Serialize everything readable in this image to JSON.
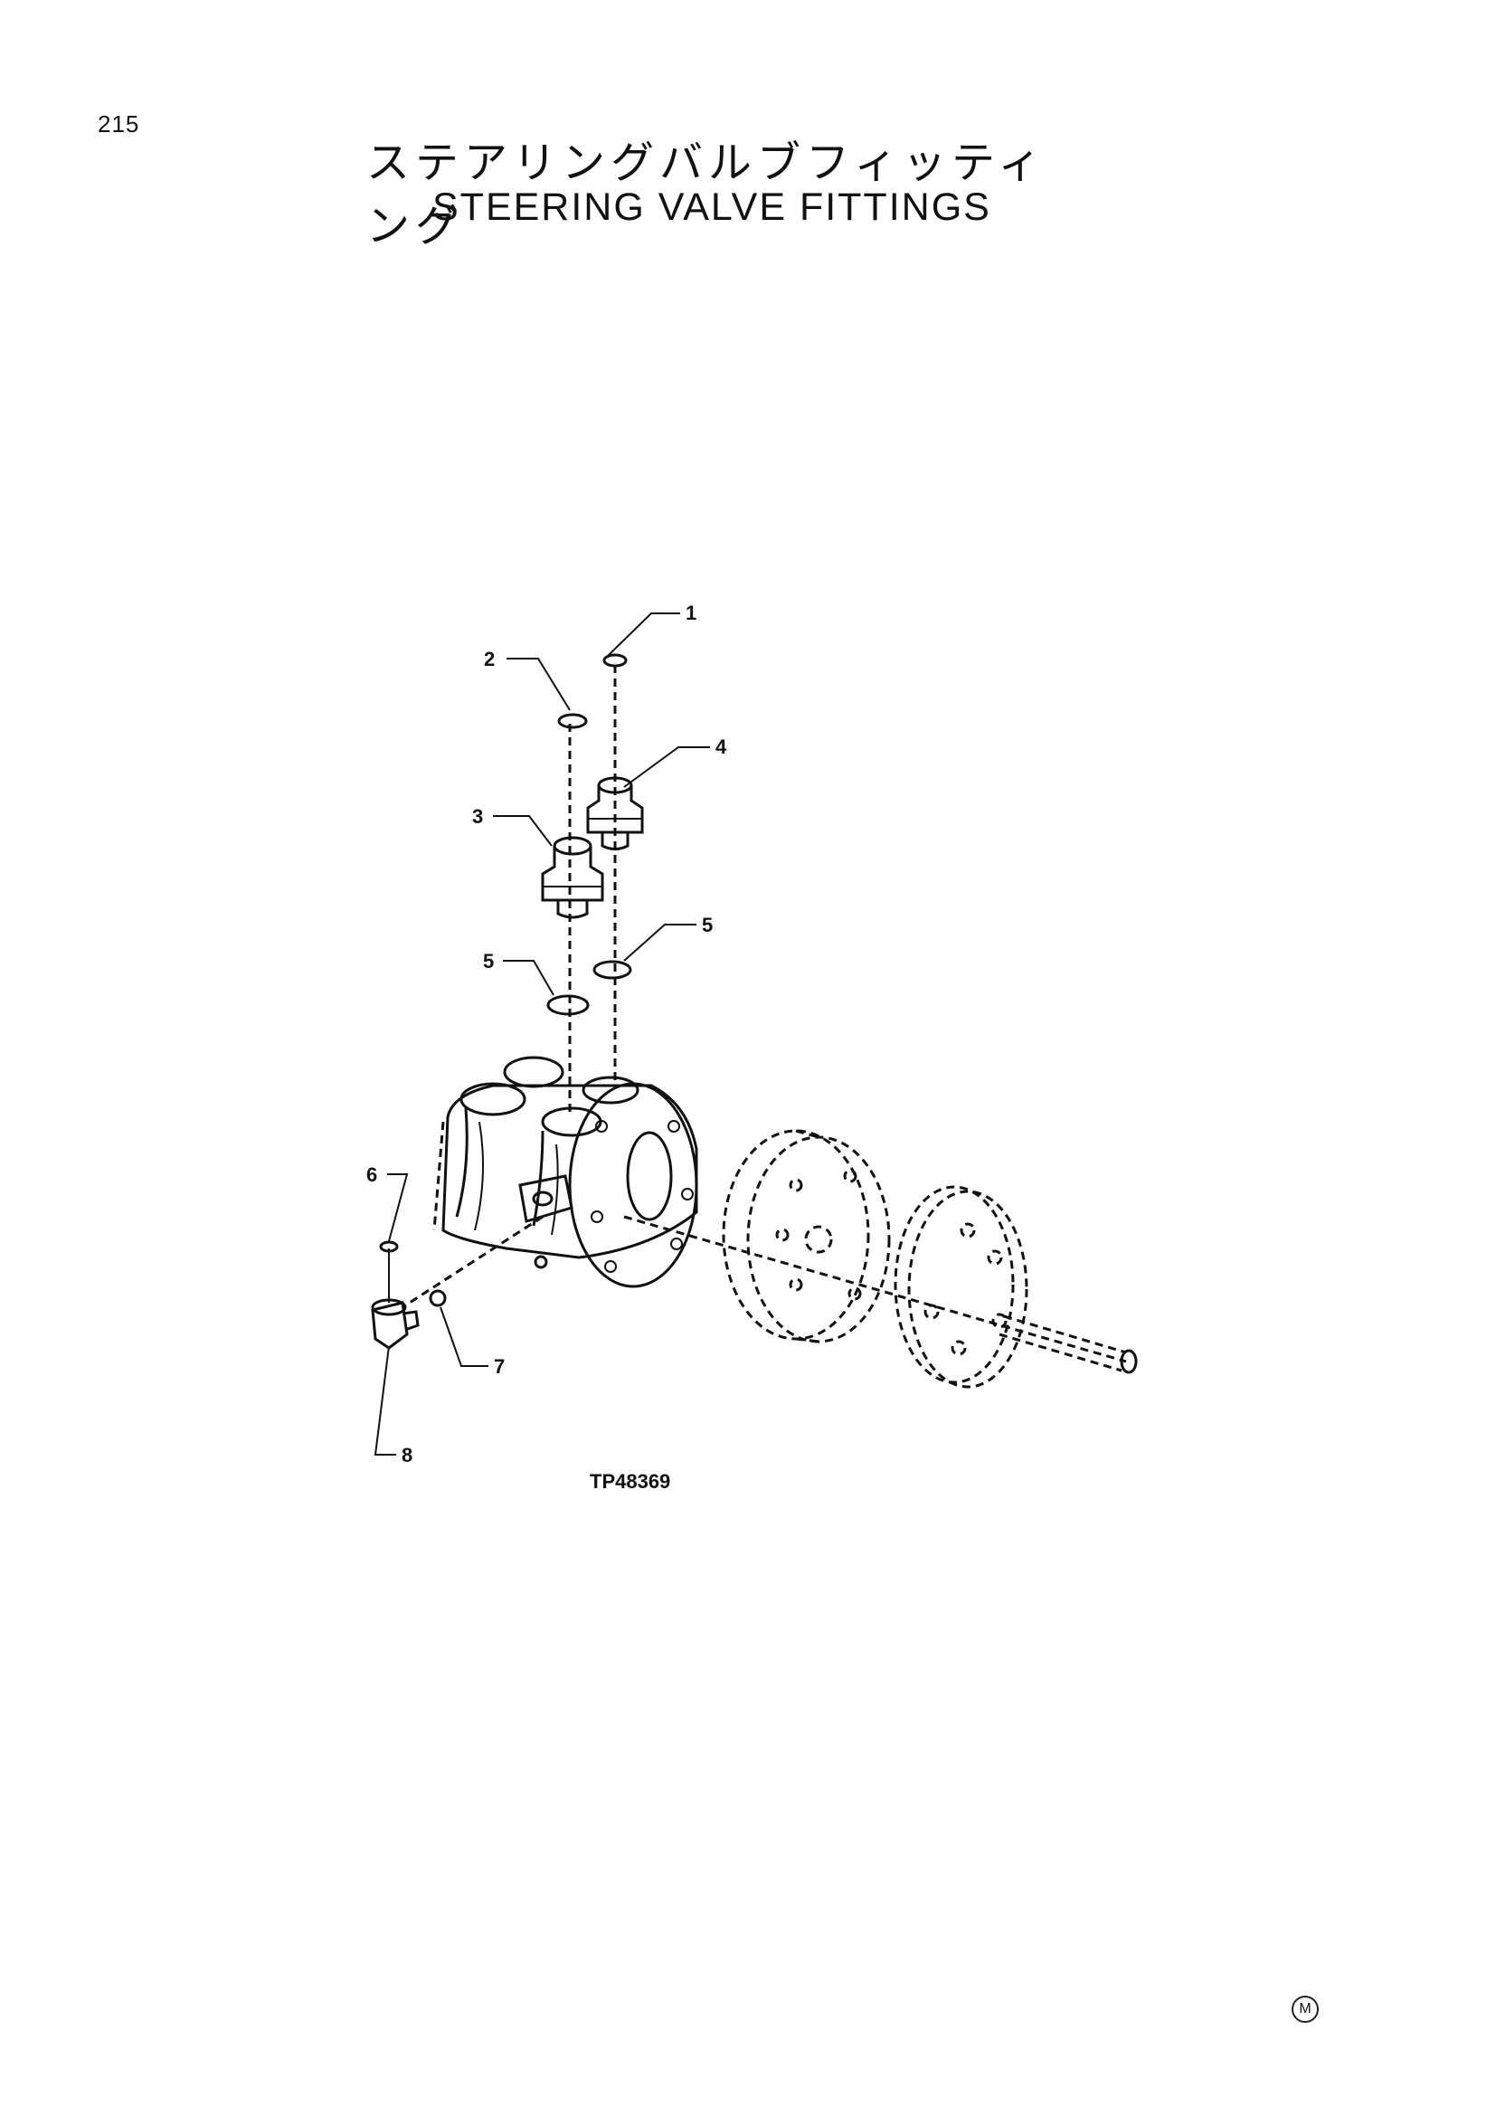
{
  "page": {
    "number": "215"
  },
  "title": {
    "japanese": "ステアリングバルブフィッティング",
    "english": "STEERING VALVE FITTINGS"
  },
  "diagram": {
    "callouts": [
      "1",
      "2",
      "3",
      "4",
      "5",
      "5",
      "6",
      "7",
      "8"
    ],
    "figure_code": "TP48369"
  },
  "footer": {
    "mark": "M"
  }
}
